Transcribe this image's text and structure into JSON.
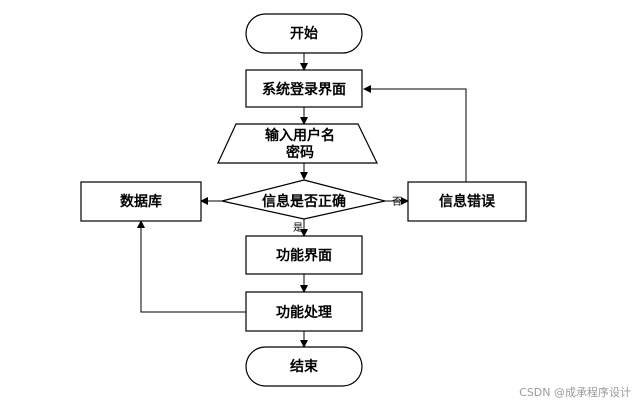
{
  "nodes": {
    "start": "开始",
    "login": "系统登录界面",
    "input_line1": "输入用户名",
    "input_line2": "密码",
    "check": "信息是否正确",
    "database": "数据库",
    "error": "信息错误",
    "function_ui": "功能界面",
    "function_proc": "功能处理",
    "end": "结束"
  },
  "edges": {
    "yes": "是",
    "no": "否"
  },
  "watermark": "CSDN @成承程序设计"
}
